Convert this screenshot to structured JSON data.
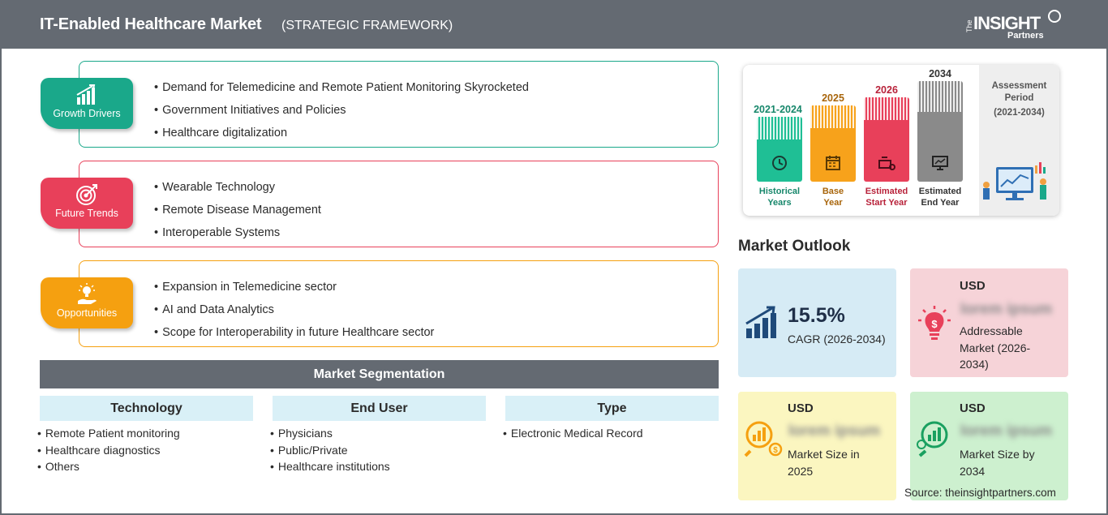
{
  "header": {
    "title": "IT-Enabled Healthcare Market",
    "subtitle": "(STRATEGIC FRAMEWORK)",
    "logo_the": "The",
    "logo_main": "INSIGHT",
    "logo_sub": "Partners"
  },
  "colors": {
    "header_bg": "#646a72",
    "growth": "#1aa88a",
    "trends": "#e8405a",
    "opportunities": "#f5a010",
    "seg_head_bg": "#d9f0f7",
    "cagr_card": "#d6ebf5",
    "addressable_card": "#f6d3d8",
    "size_2025_card": "#fbf6c0",
    "size_2034_card": "#cdf0cf"
  },
  "drivers": [
    {
      "label": "Growth Drivers",
      "icon": "bar-growth-icon",
      "items": [
        "Demand for Telemedicine and Remote Patient Monitoring Skyrocketed",
        "Government Initiatives and Policies",
        "Healthcare digitalization"
      ]
    },
    {
      "label": "Future Trends",
      "icon": "target-icon",
      "items": [
        "Wearable Technology",
        "Remote Disease Management",
        "Interoperable Systems"
      ]
    },
    {
      "label": "Opportunities",
      "icon": "lightbulb-hand-icon",
      "items": [
        "Expansion in Telemedicine sector",
        "AI and Data Analytics",
        "Scope for Interoperability in future Healthcare sector"
      ]
    }
  ],
  "segmentation": {
    "title": "Market Segmentation",
    "columns": [
      {
        "head": "Technology",
        "items": [
          "Remote Patient monitoring",
          "Healthcare diagnostics",
          "Others"
        ]
      },
      {
        "head": "End User",
        "items": [
          "Physicians",
          "Public/Private",
          "Healthcare institutions"
        ]
      },
      {
        "head": "Type",
        "items": [
          "Electronic Medical Record"
        ]
      }
    ]
  },
  "assessment": {
    "title": "Assessment Period",
    "period": "(2021-2034)",
    "bars": [
      {
        "year": "2021-2024",
        "label1": "Historical",
        "label2": "Years",
        "color": "#1fbf95",
        "year_color": "#17876b",
        "icon": "history-icon"
      },
      {
        "year": "2025",
        "label1": "Base",
        "label2": "Year",
        "color": "#f7a21b",
        "year_color": "#a8650b",
        "icon": "calendar-icon"
      },
      {
        "year": "2026",
        "label1": "Estimated",
        "label2": "Start Year",
        "color": "#e8405a",
        "year_color": "#b8223a",
        "icon": "start-icon"
      },
      {
        "year": "2034",
        "label1": "Estimated",
        "label2": "End Year",
        "color": "#8a8a8a",
        "year_color": "#333333",
        "icon": "monitor-chart-icon"
      }
    ]
  },
  "outlook": {
    "heading": "Market Outlook",
    "cagr_value": "15.5%",
    "cagr_label": "CAGR (2026-2034)",
    "addressable_usd": "USD",
    "addressable_value": "lorem ipsum",
    "addressable_label_1": "Addressable",
    "addressable_label_2": "Market (2026-",
    "addressable_label_3": "2034)",
    "size2025_usd": "USD",
    "size2025_value": "lorem ipsum",
    "size2025_label_1": "Market Size in",
    "size2025_label_2": "2025",
    "size2034_usd": "USD",
    "size2034_value": "lorem ipsum",
    "size2034_label_1": "Market Size by",
    "size2034_label_2": "2034"
  },
  "source": "Source: theinsightpartners.com"
}
